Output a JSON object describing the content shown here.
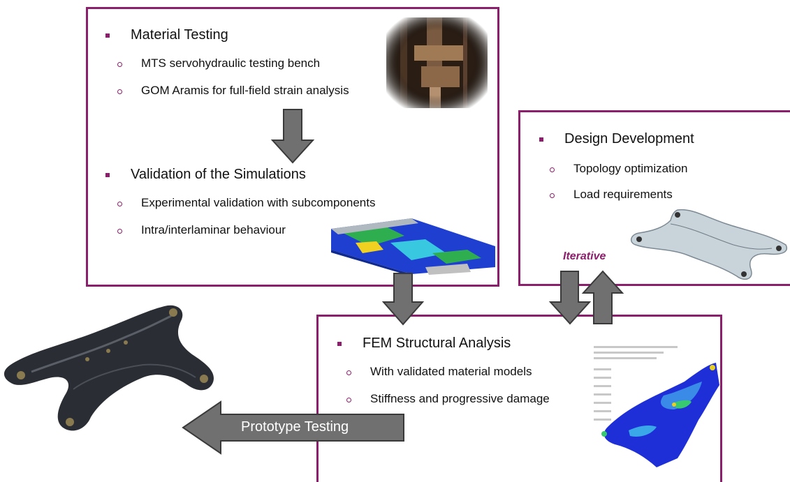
{
  "box1": {
    "title1": "Material Testing",
    "items1": [
      "MTS servohydraulic testing bench",
      "GOM Aramis for full-field strain analysis"
    ],
    "title2": "Validation of the Simulations",
    "items2": [
      "Experimental validation with subcomponents",
      "Intra/interlaminar behaviour"
    ]
  },
  "box2": {
    "title": "Design Development",
    "items": [
      "Topology optimization",
      "Load requirements"
    ]
  },
  "box3": {
    "title": "FEM Structural Analysis",
    "items": [
      "With validated material models",
      "Stiffness and progressive damage"
    ]
  },
  "iterative_label": "Iterative",
  "prototype_label": "Prototype Testing",
  "colors": {
    "border": "#8b1f6b",
    "arrow": "#707070",
    "arrow_stroke": "#3a3a3a"
  },
  "icons": [
    "testing-bench-photo",
    "fem-beam-image",
    "topology-bracket-image",
    "fem-contour-image",
    "carbon-bracket-photo"
  ]
}
